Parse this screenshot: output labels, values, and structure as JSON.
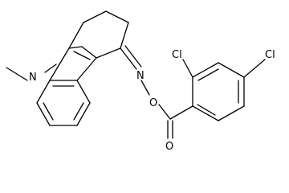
{
  "atoms": {
    "n_label": "N",
    "methyl_label": "",
    "imine_n_label": "N",
    "ester_o_label": "O",
    "carbonyl_o_label": "O",
    "cl_ortho_label": "Cl",
    "cl_para_label": "Cl"
  },
  "colors": {
    "bond": "#000000",
    "text": "#000000",
    "background": "#ffffff"
  }
}
